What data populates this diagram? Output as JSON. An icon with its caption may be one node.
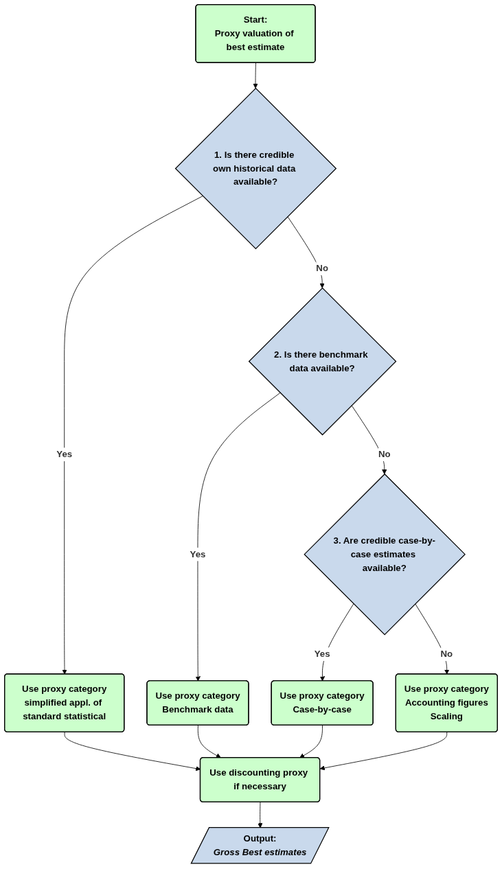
{
  "diagram": {
    "nodes": [
      {
        "text": [
          "Start:",
          "Proxy valuation of best estimate"
        ]
      },
      {
        "text": [
          "1. Is there credible own historical data available?"
        ]
      },
      {
        "text": [
          "Use proxy category",
          "simplified appl. of standard statistical"
        ]
      },
      {
        "text": [
          "2. Is there benchmark data available?"
        ]
      },
      {
        "text": [
          "Use proxy category",
          "Benchmark data"
        ]
      },
      {
        "text": [
          "3. Are credible case-by-case estimates available?"
        ]
      },
      {
        "text": [
          "Use proxy category",
          "Case-by-case"
        ]
      },
      {
        "text": [
          "Use proxy category",
          "Accounting figures",
          "Scaling"
        ]
      },
      {
        "text": [
          "Use discounting proxy if necessary"
        ]
      },
      {
        "text": [
          "Output:",
          "Gross Best estimates"
        ]
      }
    ],
    "edges": [
      {
        "from": 0,
        "to": 1,
        "arrow": "to"
      },
      {
        "from": 1,
        "to": 2,
        "arrow": "to",
        "label": "Yes"
      },
      {
        "from": 1,
        "to": 3,
        "arrow": "to",
        "label": "No"
      },
      {
        "from": 3,
        "to": 4,
        "arrow": "to",
        "label": "Yes"
      },
      {
        "from": 3,
        "to": 5,
        "arrow": "to",
        "label": "No"
      },
      {
        "from": 5,
        "to": 6,
        "arrow": "to",
        "label": "Yes"
      },
      {
        "from": 5,
        "to": 7,
        "arrow": "to",
        "label": "No"
      },
      {
        "from": 7,
        "to": 8,
        "arrow": "to"
      },
      {
        "from": 2,
        "to": 8,
        "arrow": "to"
      },
      {
        "from": 4,
        "to": 8,
        "arrow": "to"
      },
      {
        "from": 6,
        "to": 8,
        "arrow": "to"
      },
      {
        "from": 8,
        "to": 9,
        "arrow": "to"
      }
    ]
  }
}
